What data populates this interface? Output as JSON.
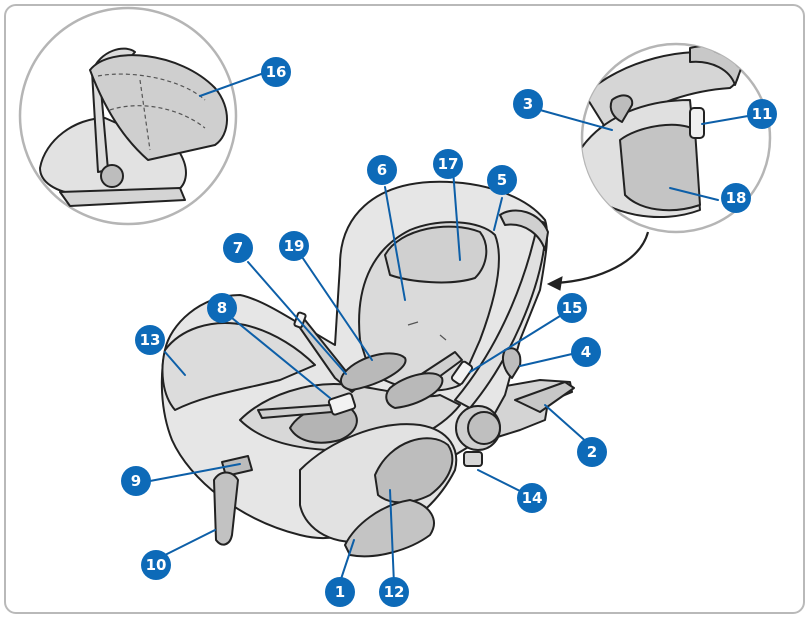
{
  "colors": {
    "badge": "#0d6ab8",
    "leader": "#0d5fa8",
    "outline": "#222222",
    "shell": "#e3e3e3",
    "shell_dark": "#c9c9c9",
    "frame": "#b9b9b9"
  },
  "callouts": [
    {
      "id": "c1",
      "label": "1"
    },
    {
      "id": "c2",
      "label": "2"
    },
    {
      "id": "c3",
      "label": "3"
    },
    {
      "id": "c4",
      "label": "4"
    },
    {
      "id": "c5",
      "label": "5"
    },
    {
      "id": "c6",
      "label": "6"
    },
    {
      "id": "c7",
      "label": "7"
    },
    {
      "id": "c8",
      "label": "8"
    },
    {
      "id": "c9",
      "label": "9"
    },
    {
      "id": "c10",
      "label": "10"
    },
    {
      "id": "c11",
      "label": "11"
    },
    {
      "id": "c12",
      "label": "12"
    },
    {
      "id": "c13",
      "label": "13"
    },
    {
      "id": "c14",
      "label": "14"
    },
    {
      "id": "c15",
      "label": "15"
    },
    {
      "id": "c16",
      "label": "16"
    },
    {
      "id": "c17",
      "label": "17"
    },
    {
      "id": "c18",
      "label": "18"
    },
    {
      "id": "c19",
      "label": "19"
    }
  ]
}
